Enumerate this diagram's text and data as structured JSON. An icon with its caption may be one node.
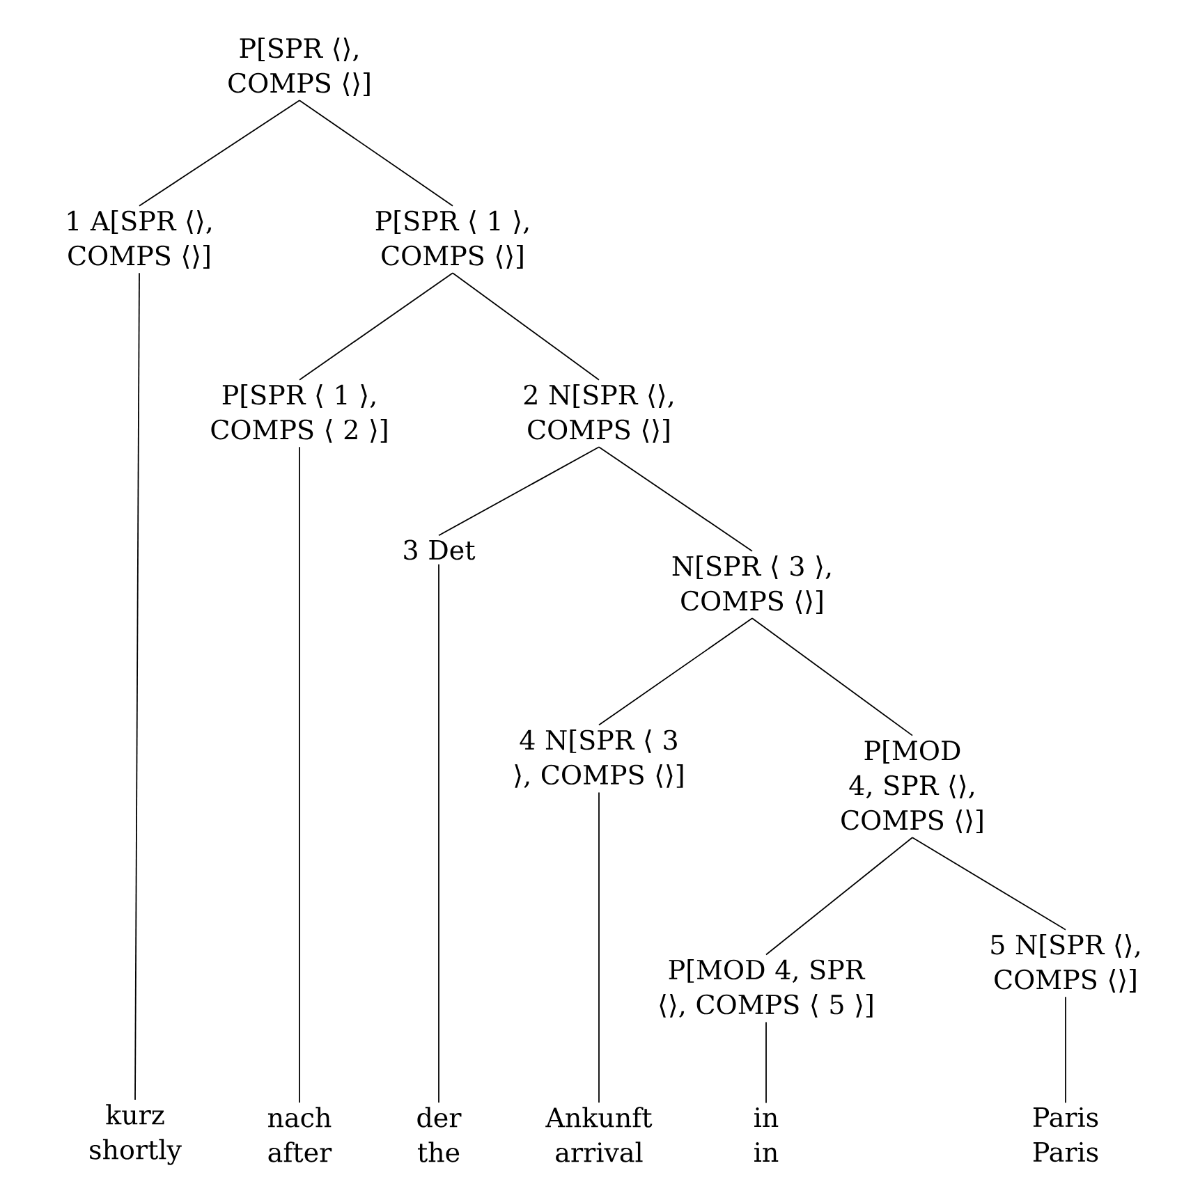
{
  "diagram": {
    "nodes": [
      {
        "text": [
          "P[SPR ⟨⟩, COMPS ⟨⟩]"
        ]
      },
      {
        "text": [
          "1 A[SPR ⟨⟩, COMPS ⟨⟩]"
        ]
      },
      {
        "text": [
          "P[SPR ⟨ 1 ⟩, COMPS ⟨⟩]"
        ]
      },
      {
        "text": [
          "P[SPR ⟨ 1 ⟩, COMPS ⟨ 2 ⟩]"
        ]
      },
      {
        "text": [
          "2 N[SPR ⟨⟩, COMPS ⟨⟩]"
        ]
      },
      {
        "text": [
          "3 Det"
        ]
      },
      {
        "text": [
          "N[SPR ⟨ 3 ⟩, COMPS ⟨⟩]"
        ]
      },
      {
        "text": [
          "4 N[SPR ⟨ 3 ⟩, COMPS ⟨⟩]"
        ]
      },
      {
        "text": [
          "P[MOD 4, SPR ⟨⟩, COMPS ⟨⟩]"
        ]
      },
      {
        "text": [
          "P[MOD 4, SPR ⟨⟩, COMPS ⟨ 5 ⟩]"
        ]
      },
      {
        "text": [
          "5 N[SPR ⟨⟩, COMPS ⟨⟩]"
        ]
      },
      {
        "text": [
          "kurz",
          "shortly"
        ]
      },
      {
        "text": [
          "nach",
          "after"
        ]
      },
      {
        "text": [
          "der",
          "the"
        ]
      },
      {
        "text": [
          "Ankunft",
          "arrival"
        ]
      },
      {
        "text": [
          "in",
          "in"
        ]
      },
      {
        "text": [
          "Paris",
          "Paris"
        ]
      }
    ],
    "edges": [
      {
        "from": 0,
        "to": 1,
        "arrow": "none"
      },
      {
        "from": 0,
        "to": 2,
        "arrow": "none"
      },
      {
        "from": 2,
        "to": 3,
        "arrow": "none"
      },
      {
        "from": 2,
        "to": 4,
        "arrow": "none"
      },
      {
        "from": 4,
        "to": 5,
        "arrow": "none"
      },
      {
        "from": 4,
        "to": 6,
        "arrow": "none"
      },
      {
        "from": 6,
        "to": 7,
        "arrow": "none"
      },
      {
        "from": 6,
        "to": 8,
        "arrow": "none"
      },
      {
        "from": 8,
        "to": 9,
        "arrow": "none"
      },
      {
        "from": 8,
        "to": 10,
        "arrow": "none"
      },
      {
        "from": 1,
        "to": 11,
        "arrow": "none"
      },
      {
        "from": 3,
        "to": 12,
        "arrow": "none"
      },
      {
        "from": 5,
        "to": 13,
        "arrow": "none"
      },
      {
        "from": 7,
        "to": 14,
        "arrow": "none"
      },
      {
        "from": 9,
        "to": 15,
        "arrow": "none"
      },
      {
        "from": 10,
        "to": 16,
        "arrow": "none"
      }
    ]
  }
}
